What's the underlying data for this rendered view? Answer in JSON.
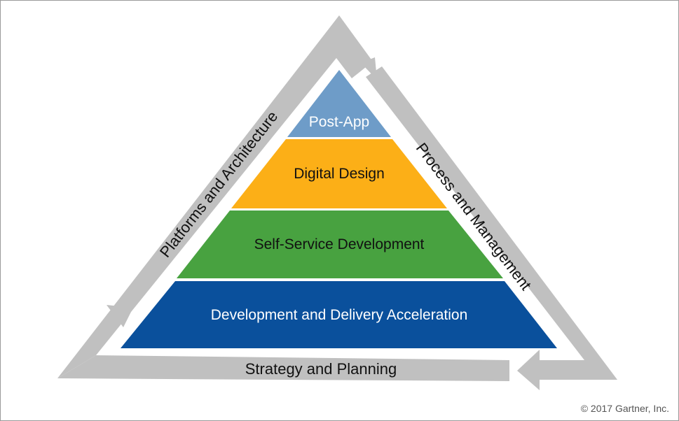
{
  "pyramid": {
    "tiers": [
      {
        "label": "Post-App",
        "color": "#6e9cc8",
        "text_color": "#ffffff"
      },
      {
        "label": "Digital Design",
        "color": "#fcaf17",
        "text_color": "#111111"
      },
      {
        "label": "Self-Service Development",
        "color": "#48a240",
        "text_color": "#111111"
      },
      {
        "label": "Development and Delivery Acceleration",
        "color": "#0a509c",
        "text_color": "#ffffff"
      }
    ]
  },
  "cycle": {
    "left_label": "Platforms and Architecture",
    "right_label": "Process and Management",
    "bottom_label": "Strategy and Planning",
    "band_color": "#c0c0c0"
  },
  "footer": {
    "copyright": "© 2017 Gartner, Inc."
  }
}
